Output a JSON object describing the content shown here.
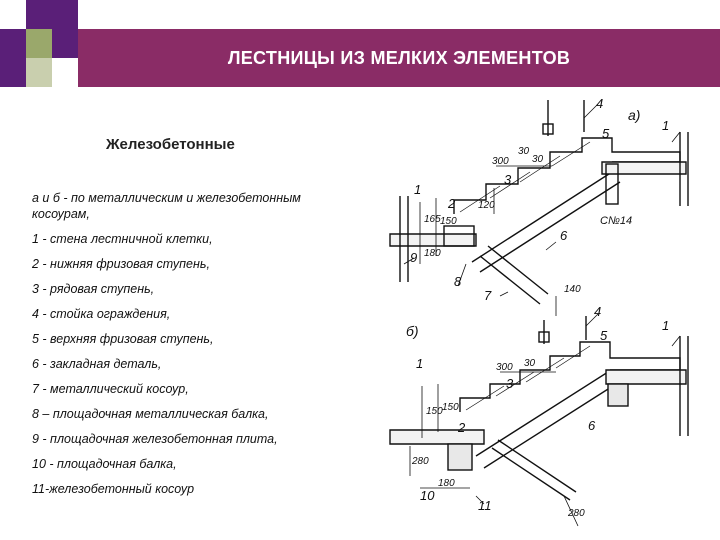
{
  "slide": {
    "title": "ЛЕСТНИЦЫ ИЗ МЕЛКИХ ЭЛЕМЕНТОВ",
    "subtitle": "Железобетонные",
    "accent_color": "#8a2c66",
    "square_colors": [
      "#5a1f78",
      "#9aa86b",
      "#c9cfae"
    ]
  },
  "legend": [
    "а и б - по металлическим и железобетонным косоурам,",
    "1 - стена лестничной клетки,",
    "2 - нижняя фризовая ступень,",
    "3 - рядовая ступень,",
    "4 - стойка ограждения,",
    "5 - верхняя фризовая ступень,",
    "6 - закладная деталь,",
    "7 - металлический косоур,",
    "8 – площадочная металлическая балка,",
    "9 - площадочная железобетонная плита,",
    "10 - площадочная балка,",
    "11-железобетонный косоур"
  ],
  "diagram": {
    "a": {
      "label": "а)",
      "callouts": [
        "1",
        "2",
        "3",
        "4",
        "5",
        "6",
        "7",
        "8",
        "9",
        "1"
      ],
      "dims": [
        "300",
        "30",
        "30",
        "150",
        "165",
        "180",
        "140",
        "120"
      ],
      "profile": "C№14"
    },
    "b": {
      "label": "б)",
      "callouts": [
        "1",
        "2",
        "3",
        "4",
        "5",
        "6",
        "10",
        "11",
        "1"
      ],
      "dims": [
        "300",
        "30",
        "150",
        "150",
        "280",
        "180",
        "280"
      ]
    }
  }
}
